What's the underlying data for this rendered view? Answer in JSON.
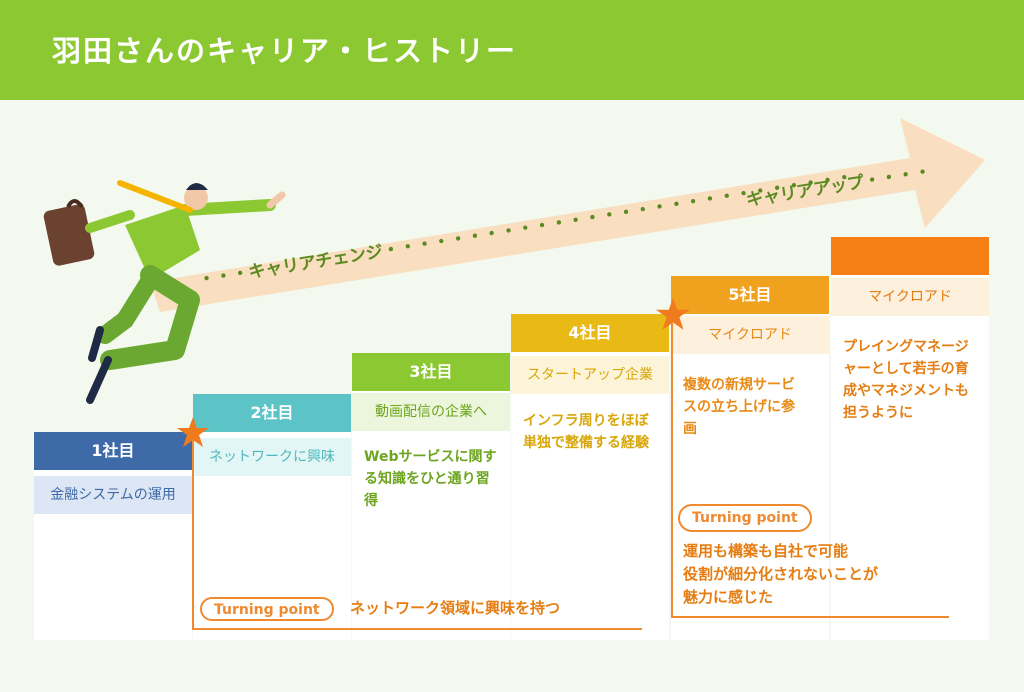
{
  "title": "羽田さんのキャリア・ヒストリー",
  "arrow": {
    "label_change": "・・・キャリアチェンジ・・・・・・・・・・・・・・・・・・・・・・・・・・・・",
    "label_up": "キャリアアップ・・・・"
  },
  "steps": [
    {
      "head": "1社目",
      "sub": "金融システムの運用",
      "desc": ""
    },
    {
      "head": "2社目",
      "sub": "ネットワークに興味",
      "desc": ""
    },
    {
      "head": "3社目",
      "sub": "動画配信の企業へ",
      "desc": "Webサービスに関する知識をひと通り習得"
    },
    {
      "head": "4社目",
      "sub": "スタートアップ企業",
      "desc": "インフラ周りをほぼ単独で整備する経験"
    },
    {
      "head": "5社目",
      "sub": "マイクロアド",
      "desc": "複数の新規サービスの立ち上げに参画"
    },
    {
      "head": "",
      "sub": "マイクロアド",
      "desc": "プレイングマネージャーとして若手の育成やマネジメントも担うように"
    }
  ],
  "turning_points": [
    {
      "badge": "Turning point",
      "text": "ネットワーク領域に興味を持つ"
    },
    {
      "badge": "Turning point",
      "text": "運用も構築も自社で可能\n役割が細分化されないことが\n魅力に感じた"
    }
  ],
  "colors": {
    "header": "#8cc832",
    "step1": "#3e6aa8",
    "step2": "#5cc3c7",
    "step3": "#8cc832",
    "step4": "#e9b915",
    "step5": "#f0a11e",
    "step6": "#f57f14",
    "accent": "#ef8a2f"
  }
}
